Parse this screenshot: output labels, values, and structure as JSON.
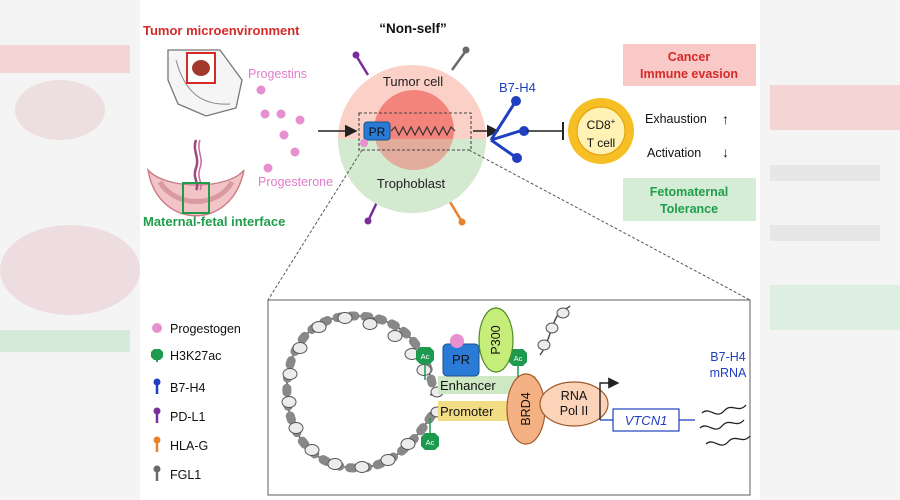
{
  "header": {
    "tumor_microenvironment": "Tumor microenvironment",
    "non_self": "“Non-self”",
    "maternal_fetal_interface": "Maternal-fetal interface"
  },
  "hormones": {
    "progestins": "Progestins",
    "progesterone": "Progesterone"
  },
  "cell": {
    "tumor_cell": "Tumor cell",
    "trophoblast": "Trophoblast",
    "pr": "PR"
  },
  "b7h4_label": "B7-H4",
  "tcell": {
    "cd8": "CD8",
    "cd8_superscript": "+",
    "tcell_label": "T cell",
    "exhaustion": "Exhaustion",
    "exhaustion_arrow": "↑",
    "activation": "Activation",
    "activation_arrow": "↓"
  },
  "outcomes": {
    "cancer_line1": "Cancer",
    "cancer_line2": "Immune evasion",
    "tolerance_line1": "Fetomaternal",
    "tolerance_line2": "Tolerance"
  },
  "legend": [
    {
      "label": "Progestogen",
      "icon": "pink-dot-icon",
      "color": "#e88fd0"
    },
    {
      "label": "H3K27ac",
      "icon": "acetyl-mark-icon",
      "color": "#1e9a4e"
    },
    {
      "label": "B7-H4",
      "icon": "receptor-icon",
      "color": "#1f3fbf"
    },
    {
      "label": "PD-L1",
      "icon": "receptor-icon",
      "color": "#7a2d9c"
    },
    {
      "label": "HLA-G",
      "icon": "receptor-icon",
      "color": "#e8822a"
    },
    {
      "label": "FGL1",
      "icon": "receptor-icon",
      "color": "#6a6a6a"
    }
  ],
  "inset": {
    "ac": "Ac",
    "pr": "PR",
    "p300": "P300",
    "brd4": "BRD4",
    "enhancer": "Enhancer",
    "promoter": "Promoter",
    "rna_pol_line1": "RNA",
    "rna_pol_line2": "Pol II",
    "gene": "VTCN1",
    "mrna_line1": "B7-H4",
    "mrna_line2": "mRNA"
  },
  "colors": {
    "red": "#d42a2a",
    "green": "#1f9d4a",
    "pink": "#e78ad0",
    "blue": "#1f3fbf",
    "cancer_box": "#f8c9c6",
    "tolerance_box": "#d5edd6",
    "tcell_fill": "#f6bf26",
    "pr_fill": "#2a7bd6",
    "p300_fill": "#c6ec7a",
    "brd4_fill": "#f4b183",
    "rna_fill": "#fbd3b8"
  }
}
